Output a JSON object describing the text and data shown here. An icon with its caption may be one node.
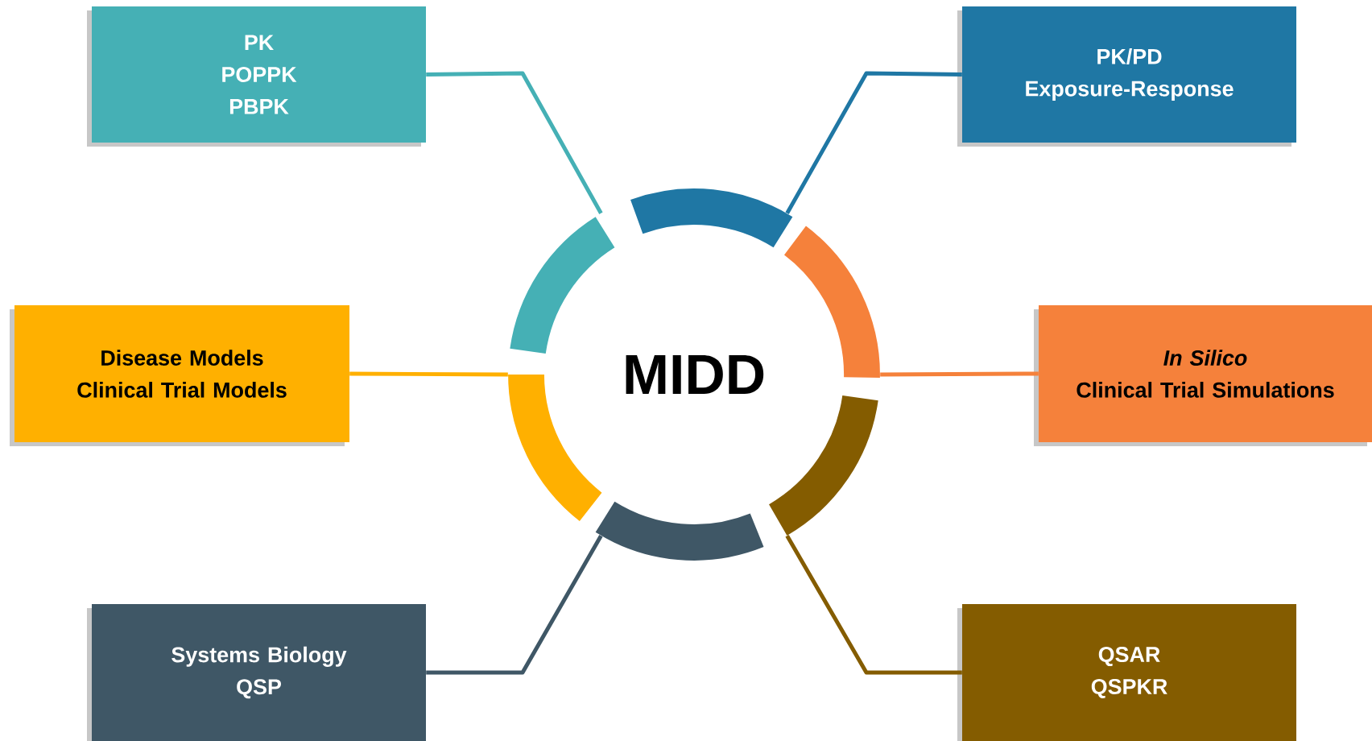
{
  "diagram": {
    "nodes": [
      {
        "text": [
          "MIDD"
        ]
      },
      {
        "text": [
          "PK",
          "POPPK",
          "PBPK"
        ]
      },
      {
        "text": [
          "PK/PD",
          "Exposure-Response"
        ]
      },
      {
        "text": [
          "Disease Models",
          "Clinical Trial Models"
        ]
      },
      {
        "text": [
          "*In Silico*",
          "Clinical Trial Simulations"
        ]
      },
      {
        "text": [
          "Systems Biology",
          "QSP"
        ]
      },
      {
        "text": [
          "QSAR",
          "QSPKR"
        ]
      }
    ],
    "edges": [
      {
        "from": 1,
        "to": 0,
        "arrow": "none",
        "color": "#45b0b5"
      },
      {
        "from": 2,
        "to": 0,
        "arrow": "none",
        "color": "#1f77a4"
      },
      {
        "from": 3,
        "to": 0,
        "arrow": "none",
        "color": "#ffb000"
      },
      {
        "from": 4,
        "to": 0,
        "arrow": "none",
        "color": "#f5813b"
      },
      {
        "from": 5,
        "to": 0,
        "arrow": "none",
        "color": "#3f5766"
      },
      {
        "from": 6,
        "to": 0,
        "arrow": "none",
        "color": "#845c00"
      }
    ]
  }
}
